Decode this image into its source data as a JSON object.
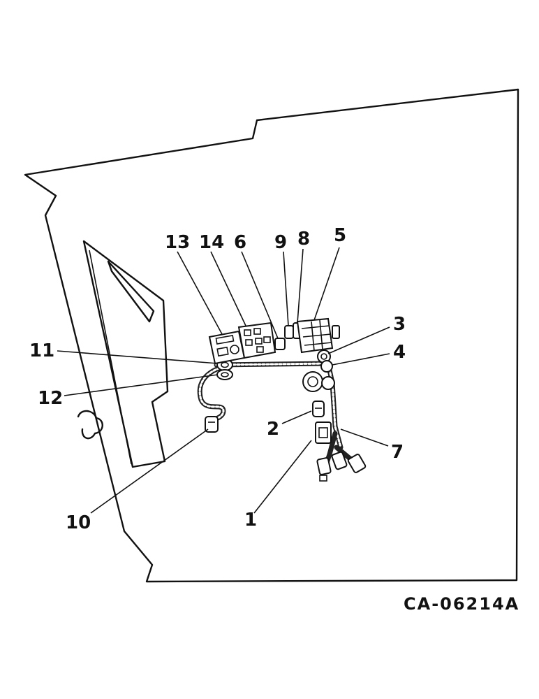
{
  "callouts": {
    "c1": "1",
    "c2": "2",
    "c3": "3",
    "c4": "4",
    "c5": "5",
    "c6": "6",
    "c7": "7",
    "c8": "8",
    "c9": "9",
    "c10": "10",
    "c11": "11",
    "c12": "12",
    "c13": "13",
    "c14": "14"
  },
  "drawing_id": "CA-06214A"
}
